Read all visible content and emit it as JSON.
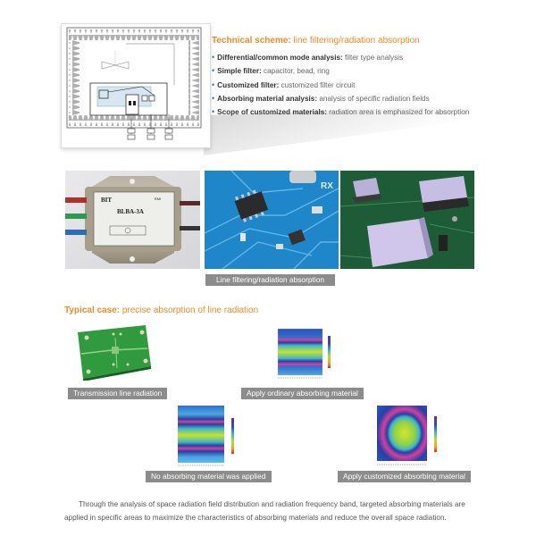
{
  "technical_scheme": {
    "title_bold": "Technical scheme:",
    "title_rest": " line filtering/radiation absorption",
    "items": [
      {
        "bold": "Differential/common mode analysis:",
        "text": " filter type analysis"
      },
      {
        "bold": "Simple filter:",
        "text": " capacitor, bead, ring"
      },
      {
        "bold": "Customized filter:",
        "text": " customized filter circuit"
      },
      {
        "bold": "Absorbing material analysis:",
        "text": " analysis of specific radiation fields"
      },
      {
        "bold": "Scope of customized materials:",
        "text": " radiation area is emphasized for absorption"
      }
    ],
    "bullet": "•"
  },
  "photos": {
    "filter_label_brand": "BIT",
    "filter_label_model": "BLBA-3A",
    "filter_label_tag": "EMI",
    "caption": "Line filtering/radiation absorption"
  },
  "typical_case": {
    "title_bold": "Typical case:",
    "title_rest": " precise absorption of line radiation",
    "captions": {
      "transmission": "Transmission line radiation",
      "ordinary": "Apply ordinary absorbing material",
      "none": "No absorbing material was applied",
      "customized": "Apply customized absorbing material"
    }
  },
  "summary": "Through the analysis of space radiation field distribution and radiation frequency band, targeted absorbing materials are applied in specific areas to maximize the characteristics of absorbing materials and reduce the overall space radiation.",
  "colors": {
    "accent_orange": "#f08a2c",
    "bullet_blue": "#2a7cc7",
    "caption_gray": "#8c8c8c"
  }
}
